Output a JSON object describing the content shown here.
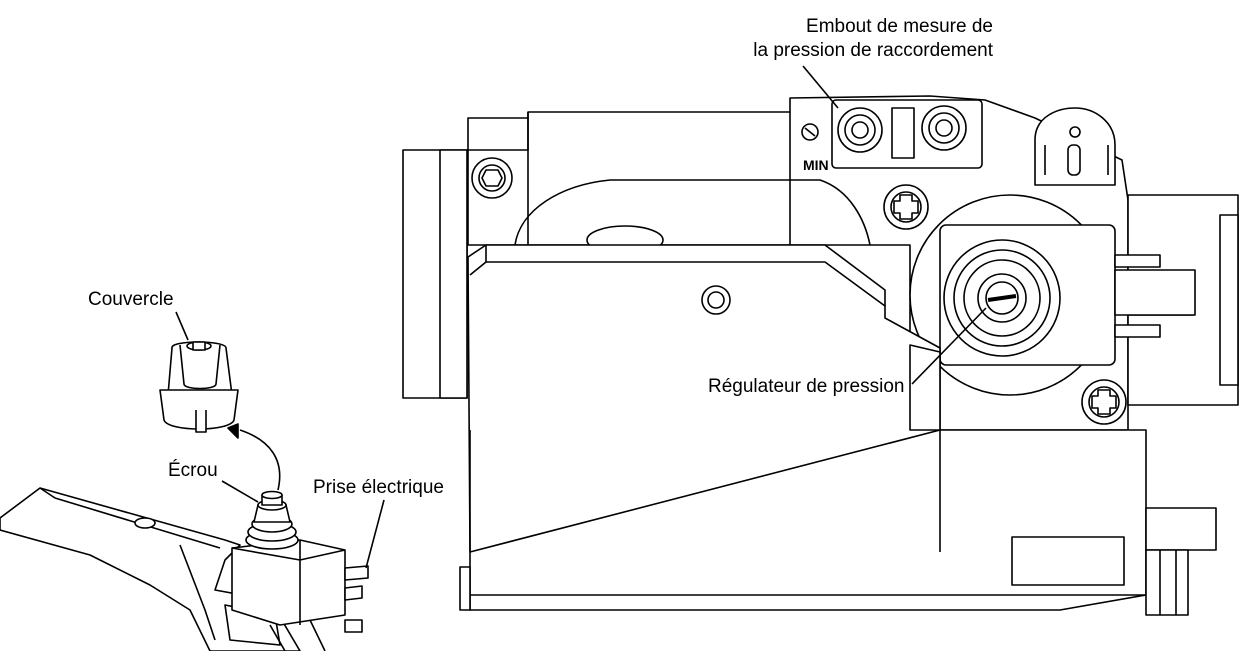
{
  "labels": {
    "embout_line1": "Embout de mesure de",
    "embout_line2": "la pression de raccordement",
    "min": "MIN",
    "couvercle": "Couvercle",
    "ecrou": "Écrou",
    "prise": "Prise électrique",
    "regulateur": "Régulateur de pression"
  }
}
